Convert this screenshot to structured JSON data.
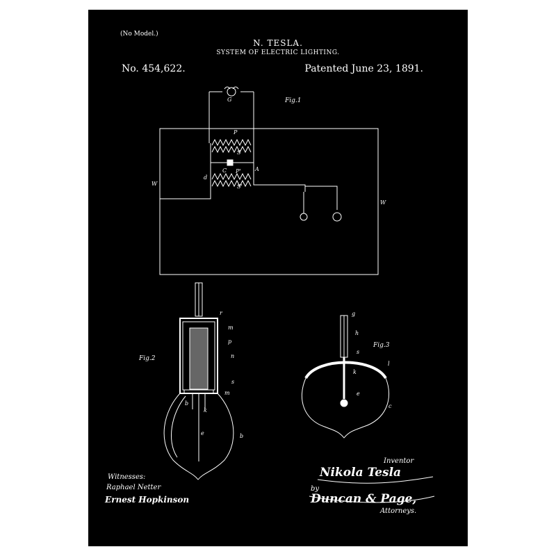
{
  "header": {
    "no_model": "(No Model.)",
    "inventor": "N. TESLA.",
    "title": "SYSTEM OF ELECTRIC LIGHTING.",
    "patent_number": "No. 454,622.",
    "patent_date": "Patented June 23, 1891."
  },
  "figures": {
    "fig1": "Fig.1",
    "fig2": "Fig.2",
    "fig3": "Fig.3"
  },
  "labels": {
    "G": "G",
    "P": "P",
    "S": "S",
    "C": "C",
    "P2": "P'",
    "A": "A",
    "d": "d",
    "S2": "S'",
    "W_left": "W",
    "W_right": "W",
    "r": "r",
    "m": "m",
    "p": "p",
    "n": "n",
    "s": "s",
    "m2": "m",
    "b": "b",
    "k": "k",
    "e": "e",
    "b2": "b",
    "g3": "g",
    "h3": "h",
    "s3": "s",
    "l3": "l",
    "k3": "k",
    "e3": "e",
    "c3": "c"
  },
  "witnesses": {
    "heading": "Witnesses:",
    "sig1": "Raphael Netter",
    "sig2": "Ernest Hopkinson"
  },
  "inventor_block": {
    "heading": "Inventor",
    "signature": "Nikola Tesla",
    "by": "by",
    "attorneys_sig": "Duncan & Page,",
    "attorneys": "Attorneys."
  },
  "colors": {
    "background": "#000000",
    "ink": "#ffffff",
    "frame": "#ffffff"
  }
}
